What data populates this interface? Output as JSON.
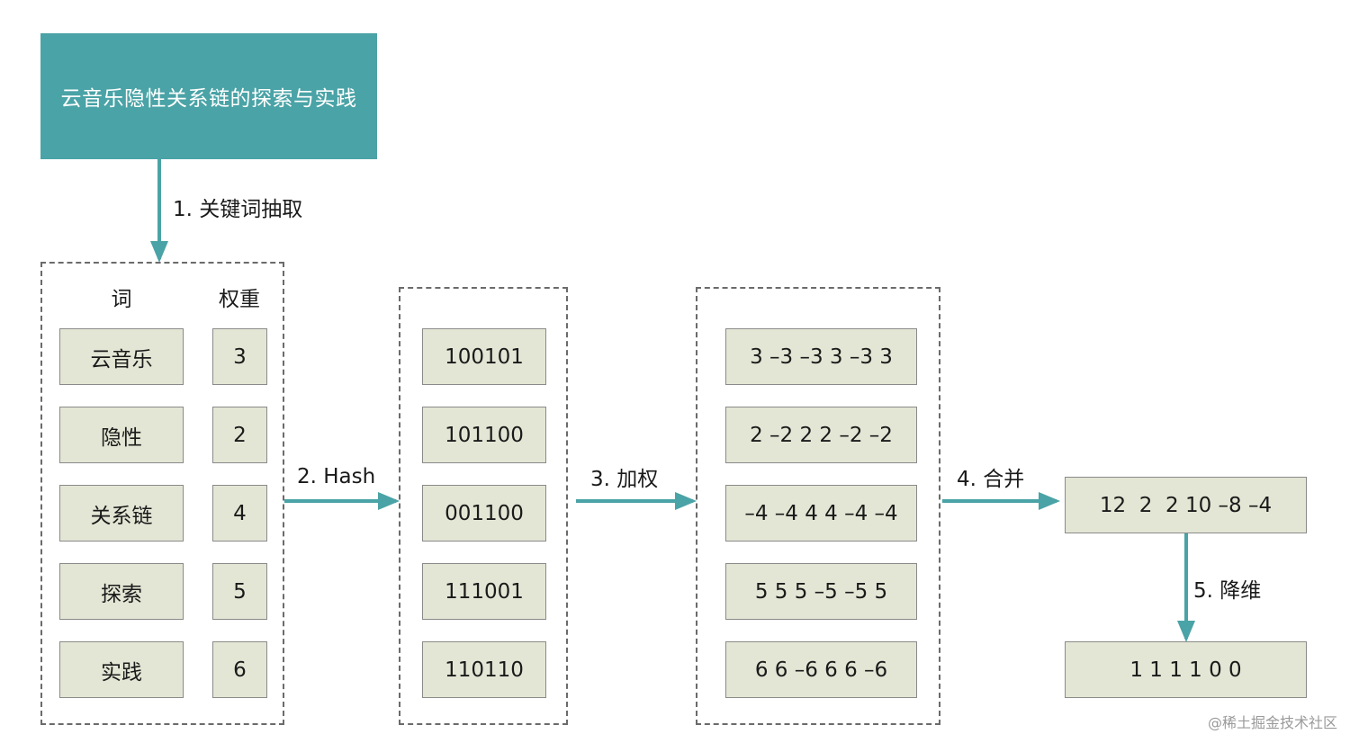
{
  "title": "云音乐隐性关系链的探索与实践",
  "steps": {
    "s1": "1. 关键词抽取",
    "s2": "2. Hash",
    "s3": "3. 加权",
    "s4": "4. 合并",
    "s5": "5. 降维"
  },
  "headers": {
    "word": "词",
    "weight": "权重"
  },
  "words": [
    "云音乐",
    "隐性",
    "关系链",
    "探索",
    "实践"
  ],
  "weights": [
    "3",
    "2",
    "4",
    "5",
    "6"
  ],
  "hashes": [
    "100101",
    "101100",
    "001100",
    "111001",
    "110110"
  ],
  "weighted": [
    "3 –3 –3 3 –3 3",
    "2 –2 2 2 –2 –2",
    "–4 –4 4 4 –4 –4",
    "5 5 5 –5 –5 5",
    "6 6 –6 6 6 –6"
  ],
  "merged": "12  2  2 10 –8 –4",
  "reduced": "1 1 1 1 0 0",
  "watermark": "@稀土掘金技术社区",
  "colors": {
    "accent": "#4aa3a6",
    "cell_bg": "#e4e6d5"
  }
}
